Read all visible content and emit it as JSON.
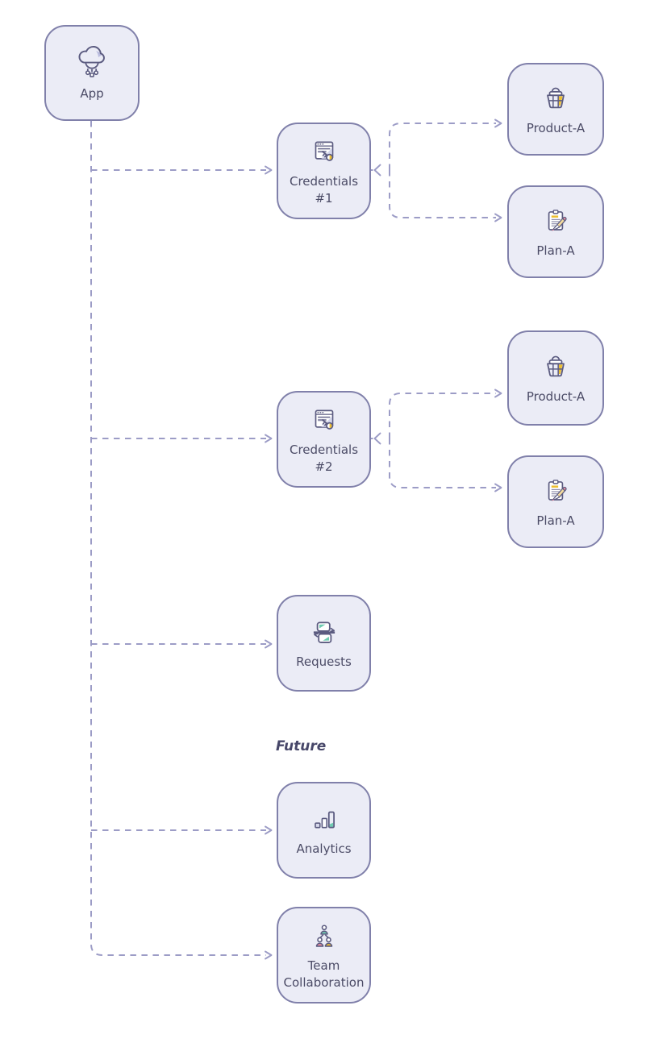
{
  "diagram": {
    "section_label": "Future",
    "nodes": [
      {
        "id": "app",
        "label": "App",
        "icon": "cloud-network-icon"
      },
      {
        "id": "credentials-1",
        "label": "Credentials #1",
        "icon": "browser-key-icon"
      },
      {
        "id": "product-a-1",
        "label": "Product-A",
        "icon": "product-basket-icon"
      },
      {
        "id": "plan-a-1",
        "label": "Plan-A",
        "icon": "plan-clipboard-icon"
      },
      {
        "id": "credentials-2",
        "label": "Credentials #2",
        "icon": "browser-key-icon"
      },
      {
        "id": "product-a-2",
        "label": "Product-A",
        "icon": "product-basket-icon"
      },
      {
        "id": "plan-a-2",
        "label": "Plan-A",
        "icon": "plan-clipboard-icon"
      },
      {
        "id": "requests",
        "label": "Requests",
        "icon": "sync-requests-icon"
      },
      {
        "id": "analytics",
        "label": "Analytics",
        "icon": "bar-chart-icon"
      },
      {
        "id": "team-collaboration",
        "label": "Team Collaboration",
        "icon": "team-people-icon"
      }
    ],
    "edges": [
      {
        "from": "app",
        "to": "credentials-1"
      },
      {
        "from": "app",
        "to": "credentials-2"
      },
      {
        "from": "app",
        "to": "requests"
      },
      {
        "from": "app",
        "to": "analytics"
      },
      {
        "from": "app",
        "to": "team-collaboration"
      },
      {
        "from": "credentials-1",
        "to": "product-a-1"
      },
      {
        "from": "credentials-1",
        "to": "plan-a-1"
      },
      {
        "from": "credentials-2",
        "to": "product-a-2"
      },
      {
        "from": "credentials-2",
        "to": "plan-a-2"
      }
    ],
    "colors": {
      "node_fill": "#ebecf6",
      "node_border": "#8080aa",
      "label_text": "#4b4b66",
      "connector": "#9c9cc6",
      "icon_outline": "#5b5b80",
      "accent_teal": "#6fcbb1",
      "accent_yellow": "#ecbe30",
      "accent_pink": "#f08f9e",
      "accent_lavender": "#b9bbde"
    }
  }
}
